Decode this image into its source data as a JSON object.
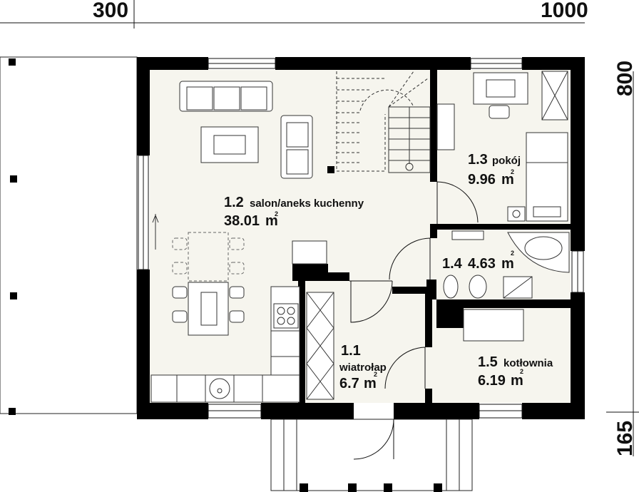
{
  "dimensions": {
    "left_width": "300",
    "main_width": "1000",
    "room_depth": "800",
    "porch_depth": "165"
  },
  "rooms": [
    {
      "id": "salon",
      "number": "1.2",
      "name": "salon/aneks kuchenny",
      "area": "38.01",
      "unit": "m",
      "sup": "2"
    },
    {
      "id": "pokoj",
      "number": "1.3",
      "name": "pokój",
      "area": "9.96",
      "unit": "m",
      "sup": "2"
    },
    {
      "id": "lazienka",
      "number": "1.4",
      "name": "",
      "area": "4.63",
      "unit": "m",
      "sup": "2"
    },
    {
      "id": "wiatrolap",
      "number": "1.1",
      "name": "wiatrołap",
      "area": "6.7",
      "unit": "m",
      "sup": "2"
    },
    {
      "id": "kotlownia",
      "number": "1.5",
      "name": "kotłownia",
      "area": "6.19",
      "unit": "m",
      "sup": "2"
    }
  ],
  "colors": {
    "wall": "#000000",
    "floor": "#f6f5ee",
    "furniture_stroke": "#333333",
    "dashed": "#555555"
  }
}
